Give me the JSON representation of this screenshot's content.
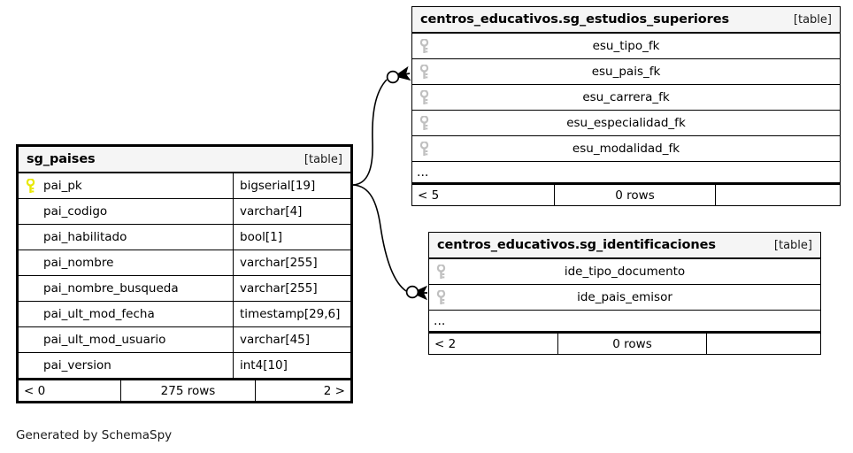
{
  "diagram": {
    "caption": "Generated by SchemaSpy",
    "table_kind_label": "[table]",
    "ellipsis": "...",
    "colors": {
      "background": "#ffffff",
      "header_fill": "#f5f5f5",
      "border": "#000000",
      "primary_key_icon": "#e8e800",
      "foreign_key_icon": "#c0c0c0",
      "connector": "#000000"
    }
  },
  "tables": [
    {
      "id": "sg_paises",
      "title": "sg_paises",
      "kind": "[table]",
      "emphasis": true,
      "has_ellipsis": false,
      "columns": [
        {
          "name": "pai_pk",
          "type": "bigserial[19]",
          "key": "primary"
        },
        {
          "name": "pai_codigo",
          "type": "varchar[4]",
          "key": "none"
        },
        {
          "name": "pai_habilitado",
          "type": "bool[1]",
          "key": "none"
        },
        {
          "name": "pai_nombre",
          "type": "varchar[255]",
          "key": "none"
        },
        {
          "name": "pai_nombre_busqueda",
          "type": "varchar[255]",
          "key": "none"
        },
        {
          "name": "pai_ult_mod_fecha",
          "type": "timestamp[29,6]",
          "key": "none"
        },
        {
          "name": "pai_ult_mod_usuario",
          "type": "varchar[45]",
          "key": "none"
        },
        {
          "name": "pai_version",
          "type": "int4[10]",
          "key": "none"
        }
      ],
      "footer": {
        "left": "< 0",
        "center": "275 rows",
        "right": "2 >"
      }
    },
    {
      "id": "sg_estudios_superiores",
      "title": "centros_educativos.sg_estudios_superiores",
      "kind": "[table]",
      "emphasis": false,
      "has_ellipsis": true,
      "columns": [
        {
          "name": "esu_tipo_fk",
          "type": "",
          "key": "foreign"
        },
        {
          "name": "esu_pais_fk",
          "type": "",
          "key": "foreign"
        },
        {
          "name": "esu_carrera_fk",
          "type": "",
          "key": "foreign"
        },
        {
          "name": "esu_especialidad_fk",
          "type": "",
          "key": "foreign"
        },
        {
          "name": "esu_modalidad_fk",
          "type": "",
          "key": "foreign"
        }
      ],
      "footer": {
        "left": "< 5",
        "center": "0 rows",
        "right": ""
      }
    },
    {
      "id": "sg_identificaciones",
      "title": "centros_educativos.sg_identificaciones",
      "kind": "[table]",
      "emphasis": false,
      "has_ellipsis": true,
      "columns": [
        {
          "name": "ide_tipo_documento",
          "type": "",
          "key": "foreign"
        },
        {
          "name": "ide_pais_emisor",
          "type": "",
          "key": "foreign"
        }
      ],
      "footer": {
        "left": "< 2",
        "center": "0 rows",
        "right": ""
      }
    }
  ],
  "relationships": [
    {
      "id": "paises-to-estudios",
      "from_table": "sg_paises",
      "from_column": "pai_pk",
      "to_table": "sg_estudios_superiores",
      "to_column": "esu_pais_fk",
      "cardinality": "zero-or-many"
    },
    {
      "id": "paises-to-identificaciones",
      "from_table": "sg_paises",
      "from_column": "pai_pk",
      "to_table": "sg_identificaciones",
      "to_column": "ide_pais_emisor",
      "cardinality": "zero-or-many"
    }
  ]
}
